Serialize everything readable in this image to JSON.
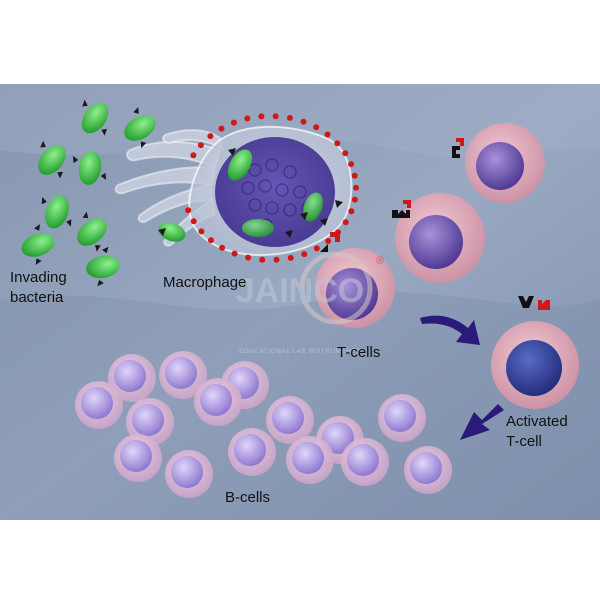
{
  "labels": {
    "invading_line1": "Invading",
    "invading_line2": "bacteria",
    "macrophage": "Macrophage",
    "t_cells": "T-cells",
    "activated_line1": "Activated",
    "activated_line2": "T-cell",
    "b_cells": "B-cells"
  },
  "watermark": {
    "brand": "JAINCO",
    "registered": "®",
    "tagline": "EDUCATIONAL LAB INSTRUMENTS"
  },
  "colors": {
    "background": "#8a9ab4",
    "bacteria": "#3cc23c",
    "macrophage_nucleus": "#4a3a98",
    "dots": "#d01818",
    "cell_outer": "#e0a8b8",
    "cell_nucleus": "#6a52a0",
    "bcell": "#b8a2e2",
    "arrow": "#2a1a7a"
  },
  "icons": {
    "receptor": "receptor-icon",
    "antigen": "antigen-icon",
    "arrow": "process-arrow-icon"
  }
}
